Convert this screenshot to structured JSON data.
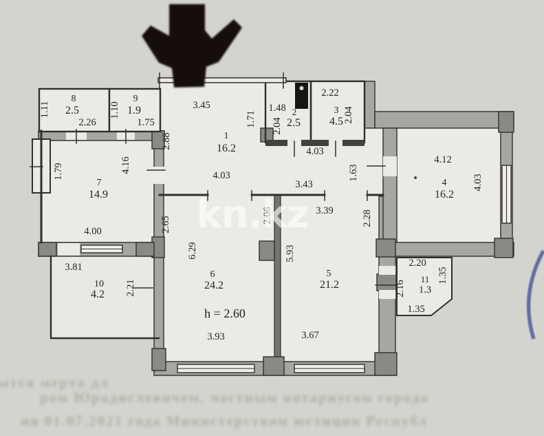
{
  "watermark": "kn.kz",
  "plan": {
    "ceiling_height": "h = 2.60",
    "rooms": {
      "r1": {
        "num": "1",
        "area": "16.2"
      },
      "r2": {
        "num": "2",
        "area": "2.5"
      },
      "r3": {
        "num": "3",
        "area": "4.5"
      },
      "r4": {
        "num": "4",
        "area": "16.2"
      },
      "r5": {
        "num": "5",
        "area": "21.2"
      },
      "r6": {
        "num": "6",
        "area": "24.2"
      },
      "r7": {
        "num": "7",
        "area": "14.9"
      },
      "r8": {
        "num": "8",
        "area": "2.5"
      },
      "r9": {
        "num": "9",
        "area": "1.9"
      },
      "r10": {
        "num": "10",
        "area": "4.2"
      },
      "r11": {
        "num": "11",
        "area": "1.3"
      }
    },
    "dims": {
      "r8_depth": "1.11",
      "r8_width": "2.26",
      "r9_depth": "1.10",
      "r9_width": "1.75",
      "entry_width": "3.45",
      "hall_left": "2.88",
      "hall_width": "4.03",
      "hall_right": "3.43",
      "r2_width": "1.48",
      "r2_depth": "1.71",
      "r2_left": "2.04",
      "r3_width": "2.22",
      "r3_depth": "2.04",
      "wc_total": "4.03",
      "r7_depth": "4.16",
      "r7_window": "1.79",
      "r7_width": "4.00",
      "r7_win_b": "3.81",
      "r4_width": "4.12",
      "r4_depth": "4.03",
      "r4_door": "1.63",
      "r5_top": "3.39",
      "r5_right": "2.28",
      "r5_depth": "5.93",
      "r5_width": "3.67",
      "r6_left": "2.65",
      "r6_right": "2.06",
      "r6_depth": "6.29",
      "r6_width": "3.93",
      "r10_depth": "2.21",
      "r11_top": "2.20",
      "r11_left": "2.16",
      "r11_bottom": "1.35",
      "r11_diag": "1.35"
    }
  },
  "back_text": {
    "line1": "ытся мерта дл",
    "line2": "ром Юрадислевичем, частным нотариусом города",
    "line3": "ня 01.07.2021 года Министерством юстиции Республ"
  },
  "colors": {
    "paper": "#d7d6d1",
    "room": "#ebeae4",
    "wall_gray": "#a7a6a0",
    "wall_dark": "#8a8983",
    "line": "#312f2a",
    "pen_blue": "#4d5f9c"
  }
}
